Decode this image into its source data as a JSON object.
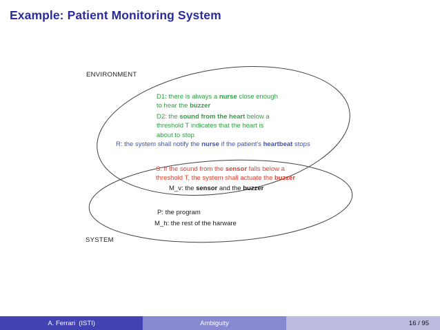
{
  "slide": {
    "title": "Example: Patient Monitoring System",
    "diagram": {
      "environment_label": "ENVIRONMENT",
      "system_label": "SYSTEM",
      "statements": {
        "d1": [
          [
            {
              "t": "D1: there is always a "
            },
            {
              "t": "nurse",
              "b": true
            },
            {
              "t": " close enough"
            }
          ],
          [
            {
              "t": "to hear the "
            },
            {
              "t": "buzzer",
              "b": true
            }
          ]
        ],
        "d2": [
          [
            {
              "t": "D2: the "
            },
            {
              "t": "sound from the heart",
              "b": true
            },
            {
              "t": " below a"
            }
          ],
          [
            {
              "t": "threshold T indicates that the heart is"
            }
          ],
          [
            {
              "t": "about to stop"
            }
          ]
        ],
        "r": [
          [
            {
              "t": "R: the system shall notify the "
            },
            {
              "t": "nurse",
              "b": true
            },
            {
              "t": " if the patient's "
            },
            {
              "t": "heartbeat",
              "b": true
            },
            {
              "t": " stops"
            }
          ]
        ],
        "s": [
          [
            {
              "t": "S: if the sound from the "
            },
            {
              "t": "sensor",
              "b": true
            },
            {
              "t": " falls below a"
            }
          ],
          [
            {
              "t": "threshold T, the system shall actuate the "
            },
            {
              "t": "buzzer",
              "b": true
            }
          ]
        ],
        "mv": [
          [
            {
              "t": "M_v: the "
            },
            {
              "t": "sensor",
              "b": true
            },
            {
              "t": " and the "
            },
            {
              "t": "buzzer",
              "b": true
            }
          ]
        ],
        "p": [
          [
            {
              "t": "P: the program"
            }
          ]
        ],
        "mh": [
          [
            {
              "t": "M_h: the rest of the harware"
            }
          ]
        ]
      }
    },
    "footer": {
      "author": "A. Ferrari  (ISTI)",
      "section": "Ambiguity",
      "page": "16 / 95"
    },
    "colors": {
      "title-color": "#2b2b9e",
      "green": "#2f9e41",
      "blue": "#3a50c8",
      "red": "#e2402e",
      "footer-left-bg": "#4242b3",
      "footer-mid-bg": "#8888d0",
      "footer-right-bg": "#bbbbde",
      "stroke": "#3f3f3f"
    }
  }
}
